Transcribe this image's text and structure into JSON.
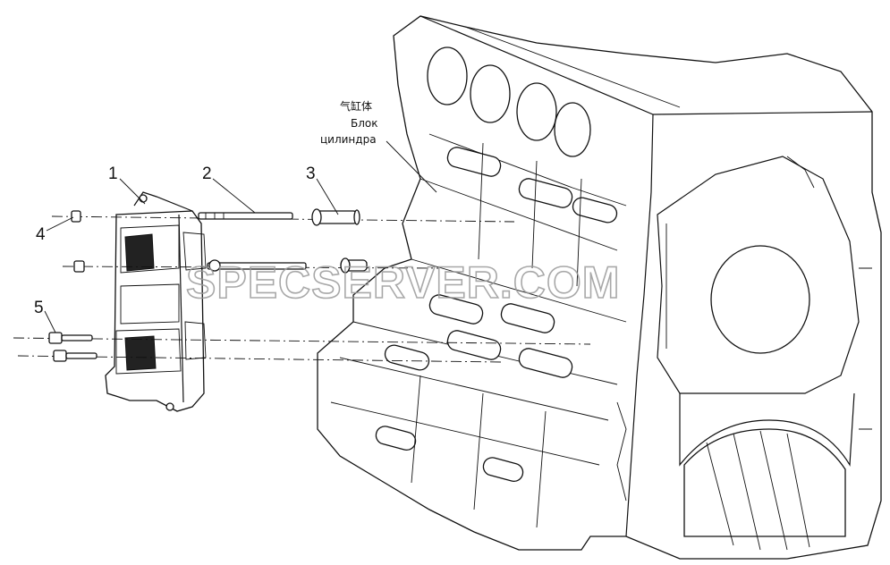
{
  "callouts": [
    "1",
    "2",
    "3",
    "4",
    "5"
  ],
  "block_label_cn": "气缸体",
  "block_label_ru_1": "Блок",
  "block_label_ru_2": "цилиндра",
  "watermark": "SPECSERVER.COM",
  "icons": {
    "engine_block": "cylinder-block-drawing",
    "ecu": "ecu-module-drawing"
  }
}
